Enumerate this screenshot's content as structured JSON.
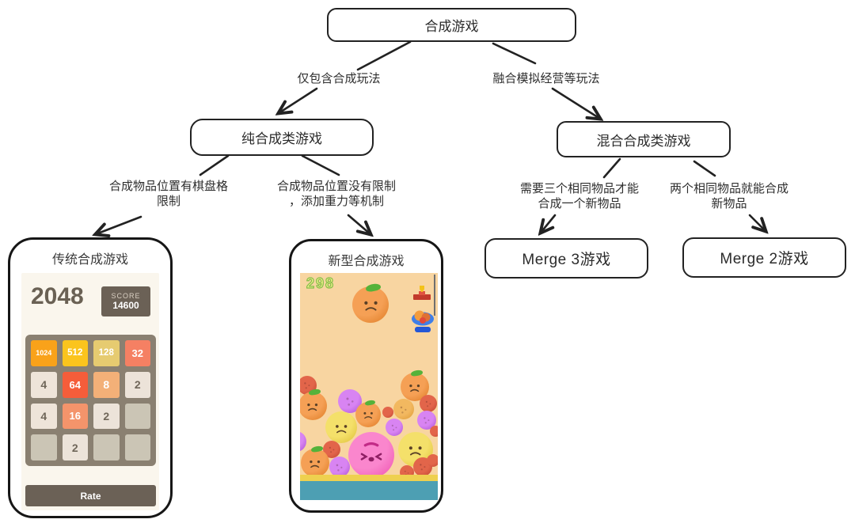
{
  "diagram": {
    "root": "合成游戏",
    "pure": "纯合成类游戏",
    "hybrid": "混合合成类游戏",
    "merge3": "Merge 3游戏",
    "merge2": "Merge 2游戏",
    "edge_pure": "仅包含合成玩法",
    "edge_hybrid": "融合模拟经营等玩法",
    "edge_traditional": [
      "合成物品位置有棋盘格",
      "限制"
    ],
    "edge_new": [
      "合成物品位置没有限制",
      "，添加重力等机制"
    ],
    "edge_merge3": [
      "需要三个相同物品才能",
      "合成一个新物品"
    ],
    "edge_merge2": [
      "两个相同物品就能合成",
      "新物品"
    ]
  },
  "phone_traditional": {
    "title": "传统合成游戏",
    "logo": "2048",
    "score_label": "SCORE",
    "score_value": "14600",
    "rate_button": "Rate",
    "board": [
      [
        "1024",
        "512",
        "128",
        "32"
      ],
      [
        "4",
        "64",
        "8",
        "2"
      ],
      [
        "4",
        "16",
        "2",
        ""
      ],
      [
        "",
        "2",
        "",
        ""
      ]
    ],
    "tile_colors": {
      "2": "#ece3d9",
      "4": "#eee4d9",
      "8": "#f3b078",
      "16": "#f4946b",
      "32": "#f58063",
      "64": "#f55d3a",
      "128": "#e6cb70",
      "512": "#fbc41d",
      "1024": "#f9a21a"
    },
    "dark_text_tiles": [
      "2",
      "4"
    ],
    "tile_text_dark": "#6f6659",
    "board_color": "#8a8071",
    "empty_color": "#cbc5b5",
    "screen_bg": "#faf6ed",
    "badge_color": "#6b6156"
  },
  "phone_new": {
    "title": "新型合成游戏",
    "score": "298",
    "bg": "#f8d5a1",
    "floor_color": "#eed04f",
    "water_color": "#4d9fb3",
    "fruit_colors": {
      "orange": [
        "#f5a055",
        "#dd7a22"
      ],
      "tomato": [
        "#e2654a",
        "#bf4430"
      ],
      "grape": [
        "#d884f2",
        "#a94fd2"
      ],
      "lemon": [
        "#f4e06a",
        "#ddbe35"
      ],
      "peach": [
        "#fa86cd",
        "#ee4fae"
      ],
      "amber": [
        "#f2b860",
        "#de9a33"
      ]
    },
    "fruits": [
      [
        89,
        40,
        23,
        "orange"
      ],
      [
        9,
        142,
        12,
        "tomato"
      ],
      [
        16,
        168,
        18,
        "orange"
      ],
      [
        63,
        162,
        15,
        "grape"
      ],
      [
        86,
        179,
        16,
        "orange"
      ],
      [
        145,
        144,
        18,
        "orange"
      ],
      [
        162,
        165,
        11,
        "tomato"
      ],
      [
        131,
        172,
        13,
        "amber"
      ],
      [
        111,
        176,
        7,
        "tomato"
      ],
      [
        52,
        195,
        20,
        "lemon"
      ],
      [
        119,
        195,
        11,
        "grape"
      ],
      [
        160,
        186,
        12,
        "grape"
      ],
      [
        -5,
        213,
        13,
        "grape"
      ],
      [
        40,
        223,
        11,
        "tomato"
      ],
      [
        19,
        240,
        18,
        "orange"
      ],
      [
        50,
        245,
        13,
        "grape"
      ],
      [
        90,
        230,
        29,
        "peach"
      ],
      [
        146,
        223,
        22,
        "lemon"
      ],
      [
        135,
        252,
        9,
        "tomato"
      ],
      [
        155,
        245,
        12,
        "tomato"
      ],
      [
        168,
        237,
        8,
        "tomato"
      ],
      [
        171,
        200,
        7,
        "tomato"
      ]
    ]
  }
}
